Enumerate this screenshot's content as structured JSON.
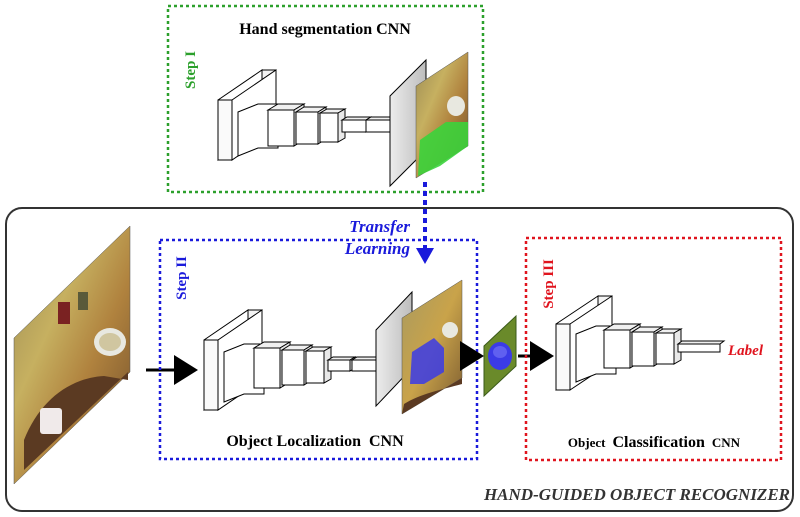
{
  "title": "HAND-GUIDED OBJECT RECOGNIZER",
  "colors": {
    "step1": "#2ca02c",
    "step2": "#1a1adb",
    "step3": "#e0141e",
    "frame": "#333333"
  },
  "steps": [
    {
      "id": "step1",
      "label": "Step I",
      "caption": "Hand segmentation CNN"
    },
    {
      "id": "step2",
      "label": "Step II",
      "caption_part1": "Object Localization",
      "caption_part2": "CNN"
    },
    {
      "id": "step3",
      "label": "Step III",
      "caption_part1": "Object",
      "caption_part2": "Classification",
      "caption_part3": "CNN"
    }
  ],
  "transfer": {
    "line1": "Transfer",
    "line2": "Learning"
  },
  "output_label": "Label"
}
